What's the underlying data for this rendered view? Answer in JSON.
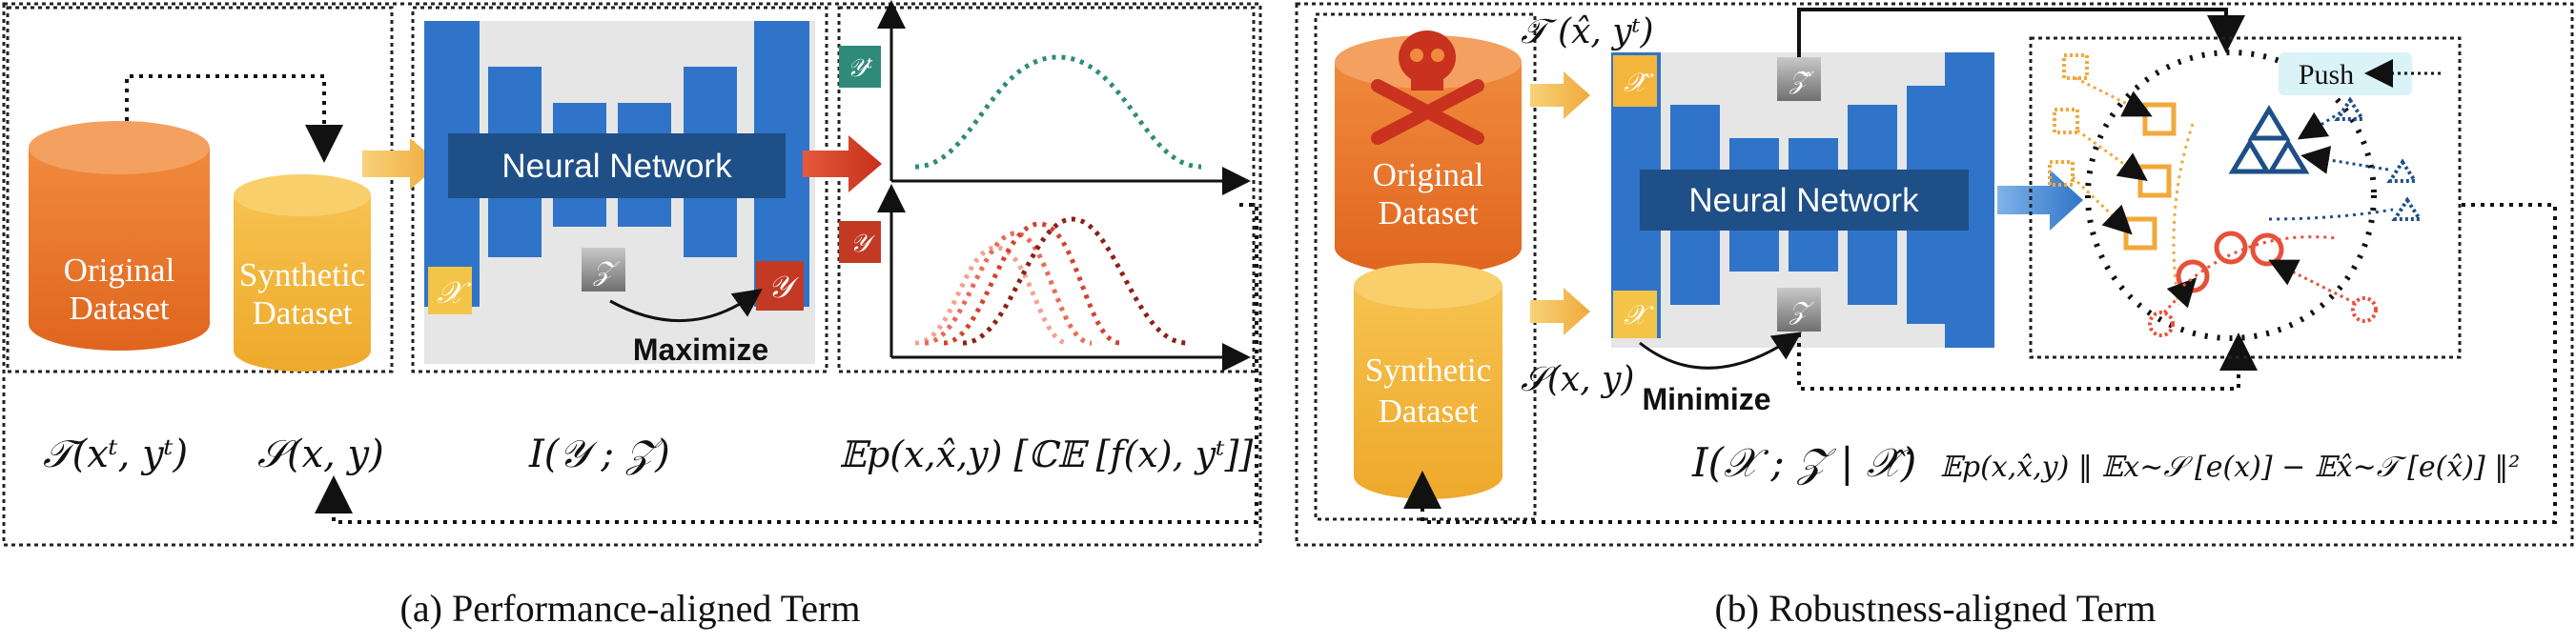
{
  "colors": {
    "orange": "#e8742e",
    "yellow": "#f3b53b",
    "blue": "#2f74c8",
    "dark_blue": "#1f4f87",
    "teal": "#2f8a7a",
    "red": "#c23a24",
    "gray_box": "#e6e6e6"
  },
  "panel_a": {
    "caption": "(a) Performance-aligned Term",
    "original_dataset": [
      "Original",
      "Dataset"
    ],
    "synthetic_dataset": [
      "Synthetic",
      "Dataset"
    ],
    "network_label": "Neural Network",
    "input_symbol": "𝒳",
    "output_symbol": "𝒴",
    "latent_symbol": "𝒵",
    "target_symbol": "𝒴ᵗ",
    "maximize_label": "Maximize",
    "formula_target": "𝒯(xᵗ, yᵗ)",
    "formula_synthetic": "𝒮(x, y)",
    "formula_mi": "I(𝒴 ; 𝒵)",
    "formula_ce": "𝔼p(x,x̂,y) [ℂ𝔼 [f(x), yᵗ]]"
  },
  "panel_b": {
    "caption": "(b) Robustness-aligned Term",
    "original_dataset": [
      "Original",
      "Dataset"
    ],
    "synthetic_dataset": [
      "Synthetic",
      "Dataset"
    ],
    "network_label": "Neural Network",
    "input_hat_symbol": "𝒳̂",
    "input_symbol": "𝒳",
    "latent_hat_symbol": "𝒵̂",
    "latent_symbol": "𝒵",
    "formula_target": "𝒯 (x̂, yᵗ)",
    "formula_synthetic": "𝒮(x, y)",
    "minimize_label": "Minimize",
    "push_label": "Push",
    "formula_mi": "I(𝒳 ; 𝒵 | 𝒳̂)",
    "formula_dist": "𝔼p(x,x̂,y) ‖ 𝔼x∼𝒮 [e(x)] − 𝔼x̂∼𝒯 [e(x̂)] ‖²",
    "skull_icon": "skull-crossbones-icon"
  }
}
